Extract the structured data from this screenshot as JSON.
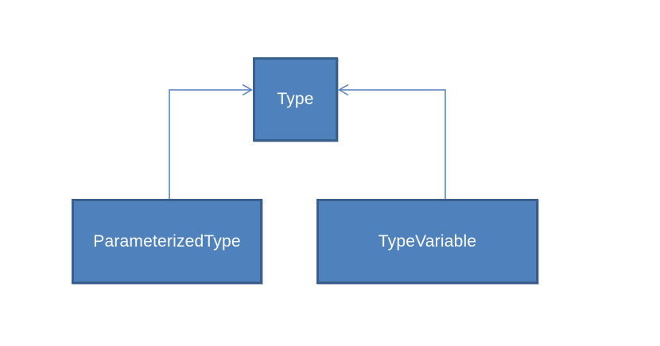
{
  "diagram": {
    "nodes": [
      {
        "id": "type",
        "label": "Type"
      },
      {
        "id": "parameterized-type",
        "label": "ParameterizedType"
      },
      {
        "id": "type-variable",
        "label": "TypeVariable"
      }
    ],
    "edges": [
      {
        "from": "parameterized-type",
        "to": "type",
        "style": "open-arrow"
      },
      {
        "from": "type-variable",
        "to": "type",
        "style": "open-arrow"
      }
    ],
    "colors": {
      "node_fill": "#4f81bd",
      "node_border": "#3a5f8b",
      "connector": "#5081bd",
      "text": "#ffffff",
      "background": "#ffffff"
    }
  }
}
